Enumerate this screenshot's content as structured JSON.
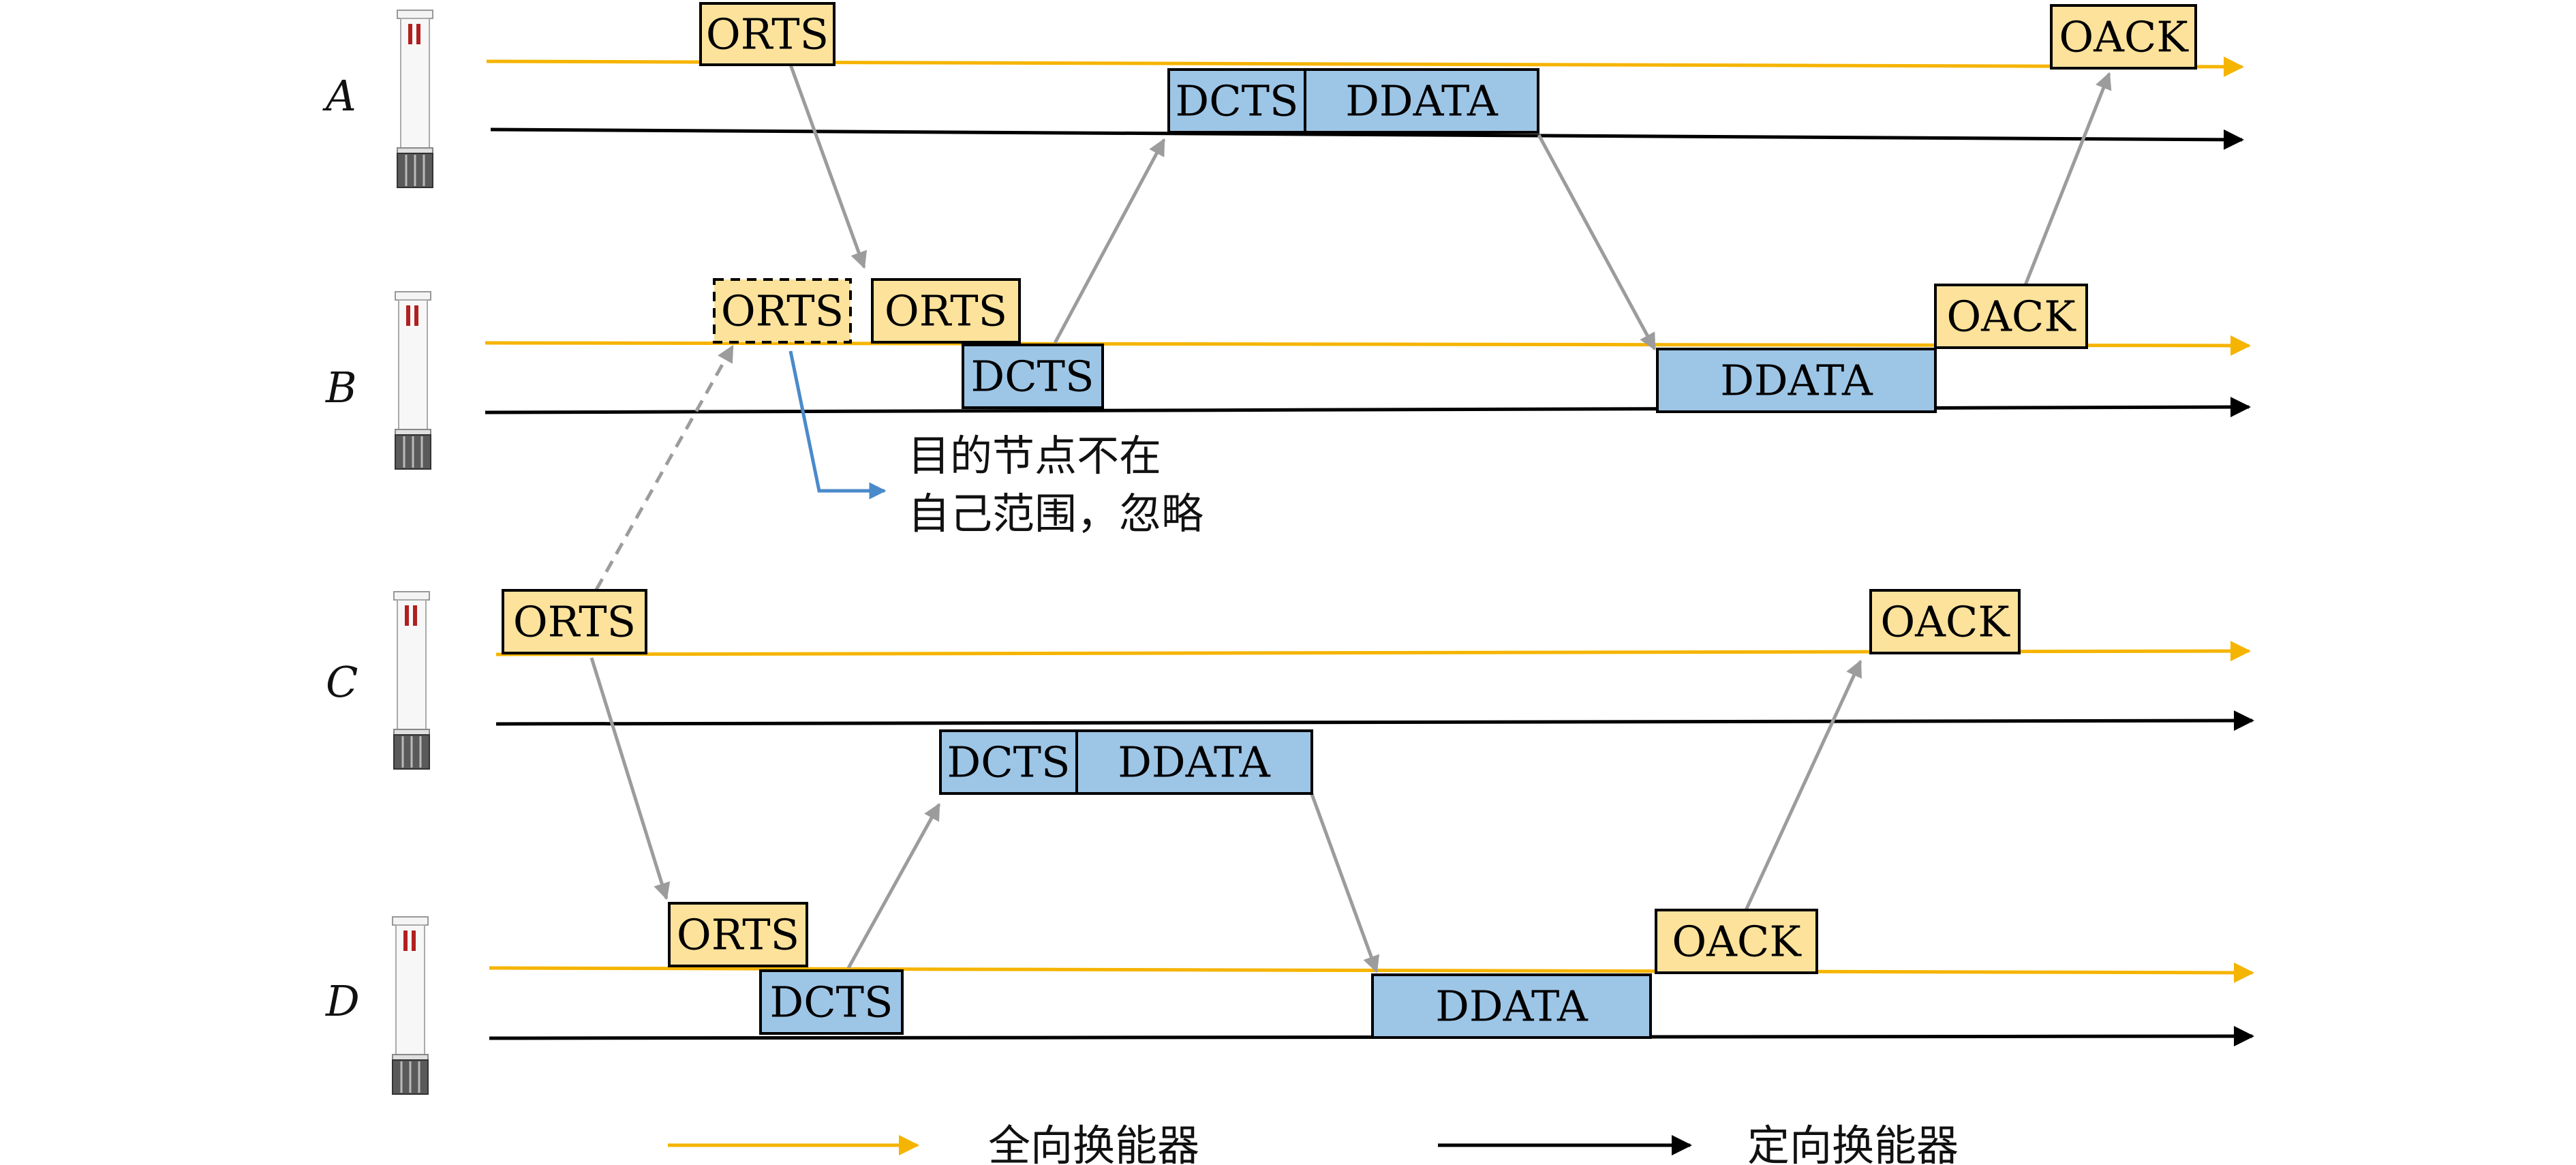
{
  "nodes": [
    {
      "id": "A",
      "label": "A"
    },
    {
      "id": "B",
      "label": "B"
    },
    {
      "id": "C",
      "label": "C"
    },
    {
      "id": "D",
      "label": "D"
    }
  ],
  "packets": {
    "a_orts": "ORTS",
    "a_dcts": "DCTS",
    "a_ddata": "DDATA",
    "a_oack": "OACK",
    "b_orts_ignored": "ORTS",
    "b_orts": "ORTS",
    "b_dcts": "DCTS",
    "b_ddata": "DDATA",
    "b_oack": "OACK",
    "c_orts": "ORTS",
    "c_dcts": "DCTS",
    "c_ddata": "DDATA",
    "c_oack": "OACK",
    "d_orts": "ORTS",
    "d_dcts": "DCTS",
    "d_ddata": "DDATA",
    "d_oack": "OACK"
  },
  "annotation": {
    "line1": "目的节点不在",
    "line2": "自己范围，忽略"
  },
  "legend": {
    "omni": "全向换能器",
    "directional": "定向换能器"
  },
  "colors": {
    "omni_line": "#F5B400",
    "directional_line": "#000000",
    "omni_packet_fill": "#FCE29B",
    "directional_packet_fill": "#9DC5E6",
    "transfer_arrow": "#9C9C9C",
    "annotation_arrow": "#4A8ACB"
  },
  "icons": {
    "transducer": "transducer-icon"
  }
}
